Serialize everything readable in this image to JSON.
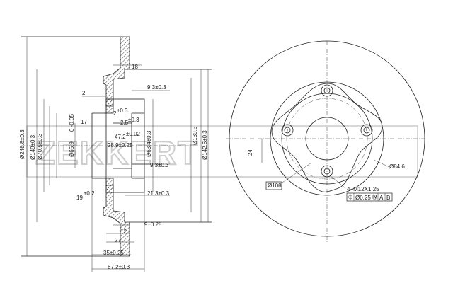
{
  "watermark": {
    "brand": "ZEKKERT"
  },
  "section_view": {
    "dims": {
      "outer_diameter": "Ø248.8±0.3",
      "d149": "Ø149±0.3",
      "d70": "Ø70.5±0.3",
      "d65": "Ø65.9",
      "d65_tol": "0\n-0.05",
      "d63": "Ø63.4±0.3",
      "d139": "Ø139.5",
      "d142": "Ø142.6±0.3",
      "d47": "47.2",
      "d47_tol": "±0.02",
      "d28": "28.9±0.25",
      "d2": "2",
      "d2_tol": "±0.3",
      "d25": "2.5",
      "d25_tol": "±0.3",
      "w18": "18",
      "w2": "2",
      "w17": "17",
      "w93_top": "9.3±0.3",
      "w93_bot": "9.3±0.3",
      "w19": "19",
      "w19_tol": "±0.2",
      "w213": "21.3±0.3",
      "w9": "9±0.25",
      "w12": "12",
      "w27": "27",
      "w35": "35±0.25",
      "w672": "67.2±0.3"
    }
  },
  "front_view": {
    "dims": {
      "pcd": "Ø108",
      "hub": "Ø84.6",
      "height": "24",
      "bolts": "4−M12X1.25",
      "position_tol_value": "Ø0.25",
      "position_tol_mod": "M",
      "datum_a": "A",
      "datum_b": "B"
    }
  }
}
